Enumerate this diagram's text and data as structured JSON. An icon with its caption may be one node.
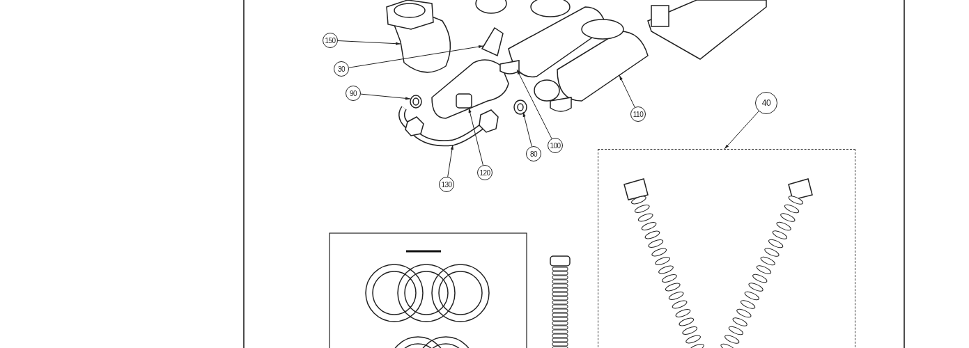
{
  "diagram": {
    "nodes": [
      {
        "text": [
          "150"
        ]
      },
      {
        "text": [
          "30"
        ]
      },
      {
        "text": [
          "90"
        ]
      },
      {
        "text": [
          "130"
        ]
      },
      {
        "text": [
          "120"
        ]
      },
      {
        "text": [
          "80"
        ]
      },
      {
        "text": [
          "100"
        ]
      },
      {
        "text": [
          "110"
        ]
      },
      {
        "text": [
          "40"
        ]
      },
      {
        "text": [],
        "shape": "picture"
      },
      {
        "text": [],
        "shape": "picture"
      },
      {
        "text": [],
        "shape": "picture"
      },
      {
        "text": [],
        "shape": "picture"
      },
      {
        "text": [],
        "shape": "picture"
      },
      {
        "text": [],
        "shape": "picture"
      },
      {
        "text": [],
        "shape": "picture"
      },
      {
        "text": [],
        "shape": "picture"
      },
      {
        "text": [],
        "shape": "box"
      }
    ],
    "edges": [
      {
        "from": 0,
        "to": 9,
        "arrow": "to"
      },
      {
        "from": 1,
        "to": 10,
        "arrow": "to"
      },
      {
        "from": 2,
        "to": 11,
        "arrow": "to"
      },
      {
        "from": 3,
        "to": 12,
        "arrow": "to"
      },
      {
        "from": 4,
        "to": 13,
        "arrow": "to"
      },
      {
        "from": 5,
        "to": 14,
        "arrow": "to"
      },
      {
        "from": 6,
        "to": 15,
        "arrow": "to"
      },
      {
        "from": 7,
        "to": 16,
        "arrow": "to"
      },
      {
        "from": 8,
        "to": 17,
        "arrow": "to"
      }
    ]
  }
}
